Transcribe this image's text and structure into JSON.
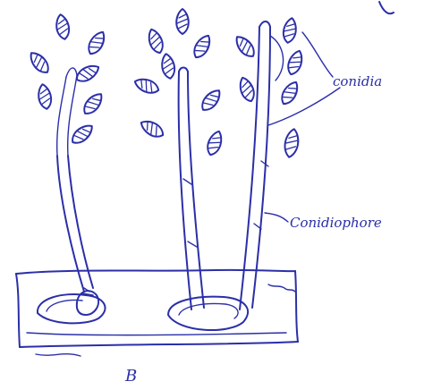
{
  "labels": {
    "conidia": "conidia",
    "conidiophore": "Conidiophore",
    "figure_mark": "B"
  },
  "colors": {
    "ink": "#2b2fa8",
    "paper": "#ffffff"
  }
}
